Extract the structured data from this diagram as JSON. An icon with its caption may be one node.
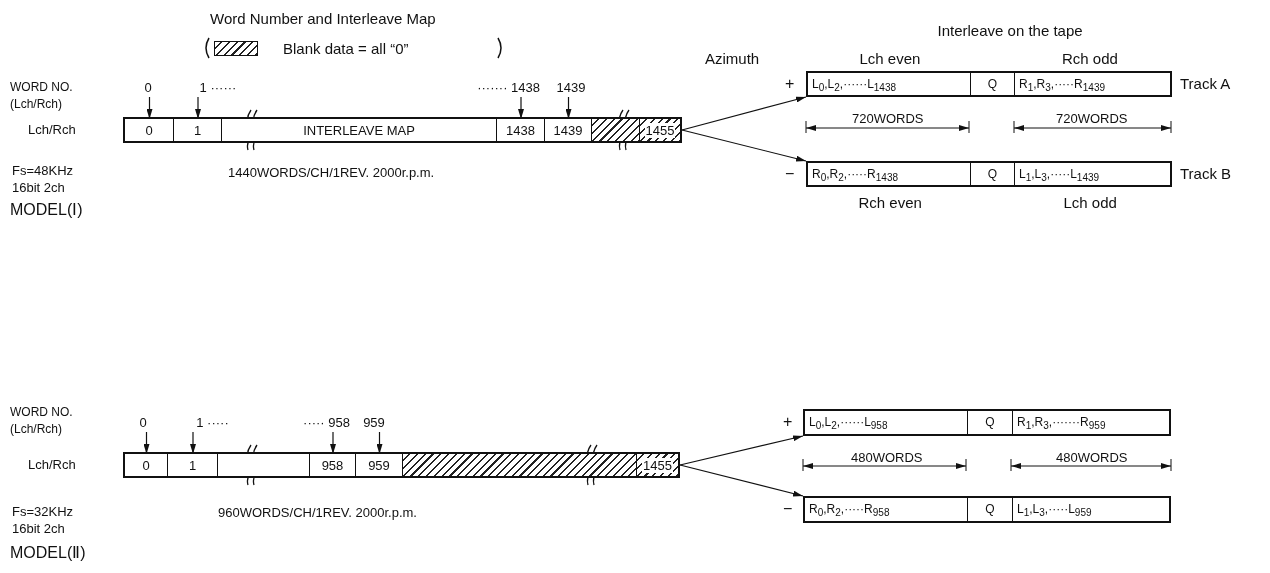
{
  "diagram": {
    "title": "Word Number and Interleave Map",
    "nodes": [
      {
        "text": [],
        "shape": "bar"
      },
      {
        "text": [
          "0"
        ],
        "in": 0
      },
      {
        "text": [
          "1"
        ],
        "in": 0
      },
      {
        "text": [
          "INTERLEAVE MAP"
        ],
        "in": 0
      },
      {
        "text": [
          "1438"
        ],
        "in": 0
      },
      {
        "text": [
          "1439"
        ],
        "in": 0
      },
      {
        "text": [],
        "shape": "box",
        "in": 0
      },
      {
        "text": [
          "1455"
        ],
        "in": 0
      },
      {
        "text": [
          "0"
        ]
      },
      {
        "text": [
          "1 ······"
        ]
      },
      {
        "text": [
          "······· 1438"
        ]
      },
      {
        "text": [
          "1439"
        ]
      },
      {
        "text": [],
        "shape": "box",
        "beside": [
          "Track A"
        ]
      },
      {
        "text": [
          "L$_{0}$,L$_{2}$,······L$_{1438}$"
        ],
        "in": 12
      },
      {
        "text": [
          "Q"
        ],
        "in": 12
      },
      {
        "text": [
          "R$_{1}$,R$_{3}$,·····R$_{1439}$"
        ],
        "in": 12
      },
      {
        "text": [],
        "shape": "box",
        "beside": [
          "Track B"
        ]
      },
      {
        "text": [
          "R$_{0}$,R$_{2}$,·····R$_{1438}$"
        ],
        "in": 16
      },
      {
        "text": [
          "Q"
        ],
        "in": 16
      },
      {
        "text": [
          "L$_{1}$,L$_{3}$,·····L$_{1439}$"
        ],
        "in": 16
      },
      {
        "text": [],
        "shape": "bar"
      },
      {
        "text": [
          "0"
        ],
        "in": 20
      },
      {
        "text": [
          "1"
        ],
        "in": 20
      },
      {
        "text": [],
        "shape": "box",
        "in": 20
      },
      {
        "text": [
          "958"
        ],
        "in": 20
      },
      {
        "text": [
          "959"
        ],
        "in": 20
      },
      {
        "text": [],
        "shape": "box",
        "in": 20
      },
      {
        "text": [
          "1455"
        ],
        "in": 20
      },
      {
        "text": [
          "0"
        ]
      },
      {
        "text": [
          "1 ·····"
        ]
      },
      {
        "text": [
          "····· 958"
        ]
      },
      {
        "text": [
          "959"
        ]
      },
      {
        "text": [],
        "shape": "box"
      },
      {
        "text": [
          "L$_{0}$,L$_{2}$,······L$_{958}$"
        ],
        "in": 32
      },
      {
        "text": [
          "Q"
        ],
        "in": 32
      },
      {
        "text": [
          "R$_{1}$,R$_{3}$,·······R$_{959}$"
        ],
        "in": 32
      },
      {
        "text": [],
        "shape": "box"
      },
      {
        "text": [
          "R$_{0}$,R$_{2}$,·····R$_{958}$"
        ],
        "in": 36
      },
      {
        "text": [
          "Q"
        ],
        "in": 36
      },
      {
        "text": [
          "L$_{1}$,L$_{3}$,·····L$_{959}$"
        ],
        "in": 36
      }
    ],
    "edges": [
      {
        "from": 8,
        "to": 1,
        "arrow": "to"
      },
      {
        "from": 9,
        "to": 2,
        "arrow": "to"
      },
      {
        "from": 10,
        "to": 4,
        "arrow": "to"
      },
      {
        "from": 11,
        "to": 5,
        "arrow": "to"
      },
      {
        "from": 0,
        "to": 12,
        "arrow": "to"
      },
      {
        "from": 0,
        "to": 16,
        "arrow": "to"
      },
      {
        "from": 28,
        "to": 21,
        "arrow": "to"
      },
      {
        "from": 29,
        "to": 22,
        "arrow": "to"
      },
      {
        "from": 30,
        "to": 24,
        "arrow": "to"
      },
      {
        "from": 31,
        "to": 25,
        "arrow": "to"
      },
      {
        "from": 20,
        "to": 32,
        "arrow": "to"
      },
      {
        "from": 20,
        "to": 36,
        "arrow": "to"
      }
    ],
    "labels": [
      "Interleave on the tape",
      "Azimuth",
      "Lch even",
      "Rch odd",
      "WORD NO. (Lch/Rch)",
      "Lch/Rch",
      "+",
      "720WORDS",
      "720WORDS",
      "Fs=48KHz 16bit 2ch",
      "1440WORDS/CH/1REV. 2000r.p.m.",
      "−",
      "Rch even",
      "Lch odd",
      "MODEL(Ⅰ)",
      "WORD NO. (Lch/Rch)",
      "Lch/Rch",
      "+",
      "480WORDS",
      "480WORDS",
      "Fs=32KHz 16bit 2ch",
      "960WORDS/CH/1REV. 2000r.p.m.",
      "−",
      "MODEL(Ⅱ)"
    ],
    "legend": [
      {
        "text": "Blank data = all “0”"
      }
    ]
  }
}
